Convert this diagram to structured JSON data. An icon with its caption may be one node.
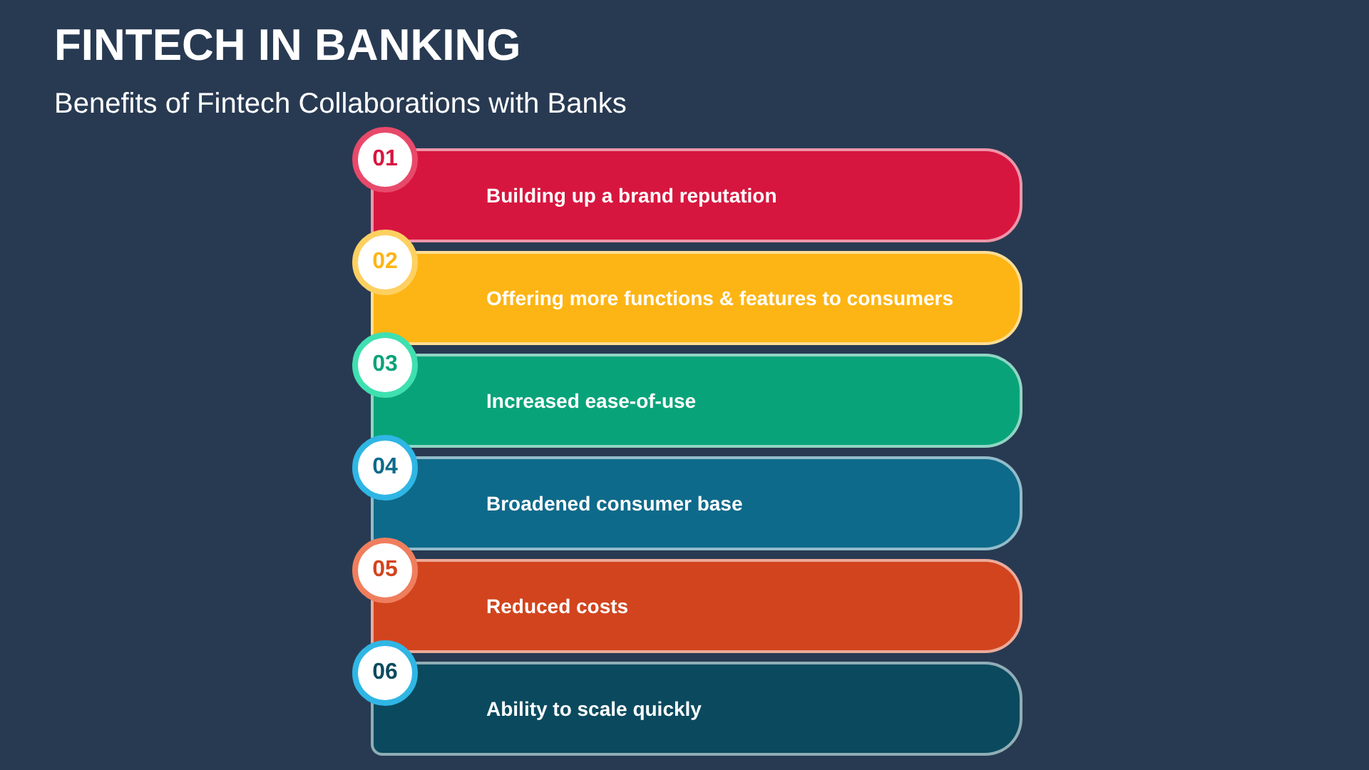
{
  "diagram": {
    "title": "FINTECH IN BANKING",
    "nodes": [
      {
        "text": [
          "01"
        ]
      },
      {
        "text": [
          "Building up a brand reputation"
        ]
      },
      {
        "text": [
          "02"
        ]
      },
      {
        "text": [
          "Offering more functions & features to consumers"
        ]
      },
      {
        "text": [
          "03"
        ]
      },
      {
        "text": [
          "Increased ease-of-use"
        ]
      },
      {
        "text": [
          "04"
        ]
      },
      {
        "text": [
          "Broadened consumer base"
        ]
      },
      {
        "text": [
          "05"
        ]
      },
      {
        "text": [
          "Reduced costs"
        ]
      },
      {
        "text": [
          "06"
        ]
      },
      {
        "text": [
          "Ability to scale quickly"
        ]
      }
    ],
    "labels": [
      "Benefits of Fintech Collaborations with Banks"
    ]
  }
}
